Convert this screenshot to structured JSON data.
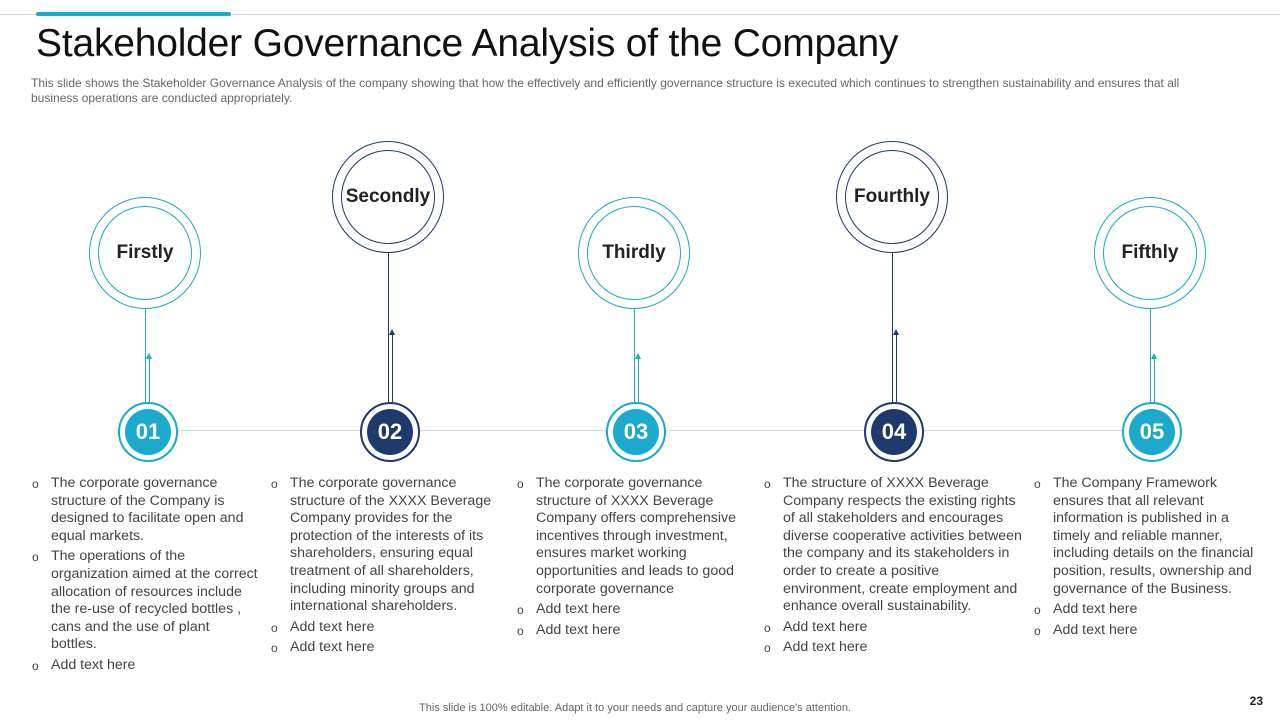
{
  "title": "Stakeholder Governance Analysis of the Company",
  "subtitle": "This slide shows the Stakeholder Governance  Analysis of the company showing that how the effectively and efficiently governance  structure is executed which continues to strengthen sustainability and ensures that all business operations are conducted appropriately.",
  "colors": {
    "light": "#1ba9cc",
    "dark": "#1e3a6b"
  },
  "steps": [
    {
      "label": "Firstly",
      "number": "01",
      "bullets": [
        "The corporate governance structure of the Company is designed to facilitate open and equal markets.",
        "The operations of the organization aimed at the correct allocation of resources include the re-use of recycled bottles , cans and the use of plant bottles.",
        "Add text here"
      ]
    },
    {
      "label": "Secondly",
      "number": "02",
      "bullets": [
        "The corporate governance structure of the XXXX  Beverage Company provides for the protection of the interests of its shareholders, ensuring equal treatment of all shareholders, including minority groups and international shareholders.",
        "Add text here",
        "Add text here"
      ]
    },
    {
      "label": "Thirdly",
      "number": "03",
      "bullets": [
        "The corporate governance structure of XXXX  Beverage Company offers comprehensive incentives through investment, ensures market working opportunities and leads to good corporate governance",
        "Add text here",
        "Add text here"
      ]
    },
    {
      "label": "Fourthly",
      "number": "04",
      "bullets": [
        "The structure of XXXX  Beverage Company respects the existing rights of all stakeholders and encourages diverse cooperative activities between the company and its stakeholders in order to create a positive environment, create employment and enhance overall sustainability.",
        "Add text here",
        "Add text here"
      ]
    },
    {
      "label": "Fifthly",
      "number": "05",
      "bullets": [
        "The Company Framework ensures that all relevant information is published in a timely and reliable manner, including details on the financial position, results, ownership and governance of the Business.",
        "Add text here",
        "Add text here"
      ]
    }
  ],
  "footer": "This slide is 100% editable. Adapt it to your needs and capture your audience's attention.",
  "page_number": "23"
}
